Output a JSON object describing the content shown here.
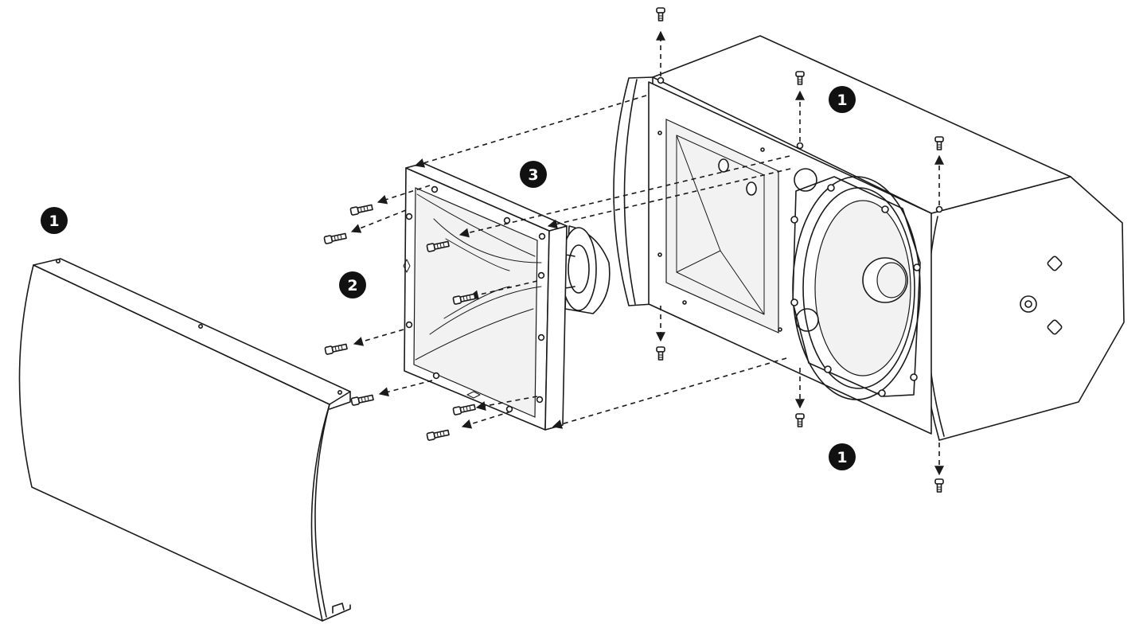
{
  "callouts": {
    "cover_left": "1",
    "enclosure_top": "1",
    "enclosure_bottom": "1",
    "hf_mounting_screws": "2",
    "horn_assembly": "3"
  },
  "colors": {
    "line": "#1a1a1a",
    "badge": "#111111",
    "background": "#ffffff"
  }
}
